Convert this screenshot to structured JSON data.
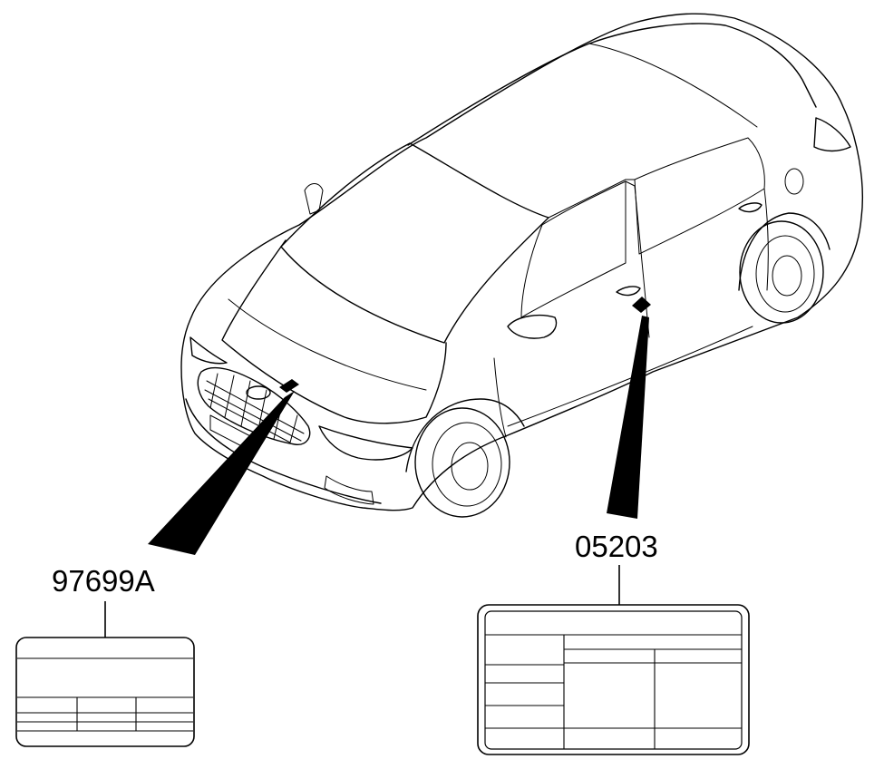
{
  "diagram": {
    "parts": [
      {
        "part_number": "97699A",
        "location": "hood"
      },
      {
        "part_number": "05203",
        "location": "driver-door-pillar"
      }
    ]
  }
}
